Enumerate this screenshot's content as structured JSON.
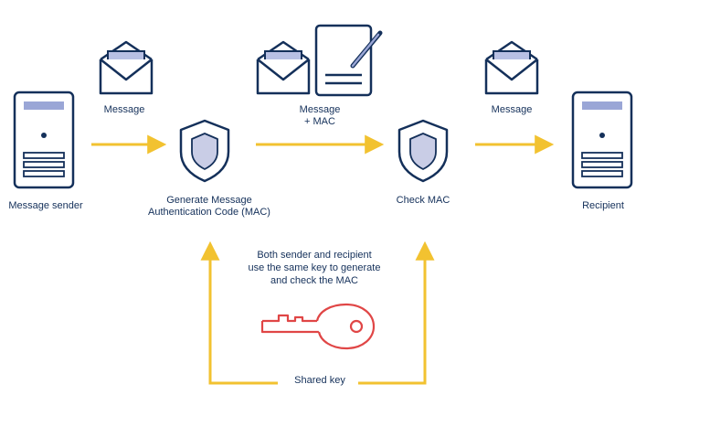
{
  "colors": {
    "navy": "#14305a",
    "arrow": "#f2c230",
    "key": "#e04646",
    "shield_fill": "#c9cde6",
    "server_band": "#9aa6d6",
    "envelope_sheet": "#b8c0e4"
  },
  "icons": {
    "server": "server-icon",
    "envelope": "open-envelope-icon",
    "document": "document-with-pen-icon",
    "shield": "shield-icon",
    "key": "key-icon"
  },
  "labels": {
    "sender": "Message sender",
    "message_in": "Message",
    "message_mac_line1": "Message",
    "message_mac_line2": "+ MAC",
    "message_out": "Message",
    "recipient": "Recipient",
    "generate_line1": "Generate Message",
    "generate_line2": "Authentication Code (MAC)",
    "check": "Check MAC",
    "note_line1": "Both sender and recipient",
    "note_line2": "use the same key to generate",
    "note_line3": "and check the MAC",
    "shared_key": "Shared key"
  }
}
